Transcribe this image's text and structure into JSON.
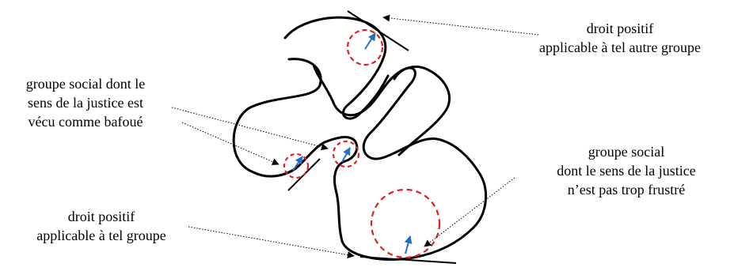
{
  "labels": {
    "top_right": [
      "droit positif",
      "applicable à tel autre groupe"
    ],
    "left_middle": [
      "groupe social dont le",
      "sens de la justice est",
      "vécu comme bafoué"
    ],
    "right_middle": [
      "groupe social",
      "dont le sens de la justice",
      "n’est pas trop frustré"
    ],
    "bottom_left": [
      "droit positif",
      "applicable à tel groupe"
    ]
  },
  "colors": {
    "outline": "#000000",
    "circle": "#e02020",
    "arrow": "#2470c0",
    "pointer": "#000000"
  }
}
